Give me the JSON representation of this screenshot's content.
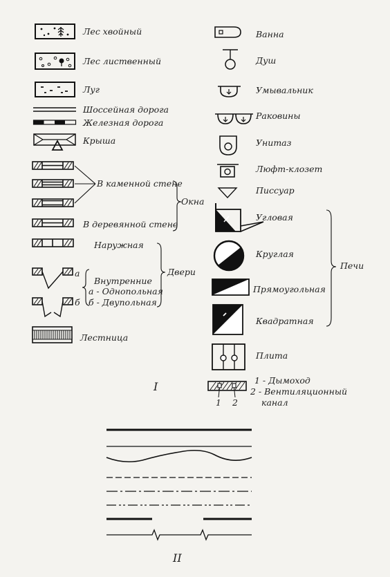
{
  "legend_left": {
    "forest_conifer": "Лес хвойный",
    "forest_deciduous": "Лес лиственный",
    "meadow": "Луг",
    "highway": "Шоссейная дорога",
    "railway": "Железная дорога",
    "roof": "Крыша",
    "in_stone_wall": "В каменной стене",
    "in_wooden_wall": "В деревянной стене",
    "windows": "Окна",
    "external": "Наружная",
    "internal": "Внутренние",
    "single_leaf": "а - Однопольная",
    "double_leaf": "б - Двупольная",
    "doors": "Двери",
    "mark_a": "а",
    "mark_b": "б",
    "stairs": "Лестница"
  },
  "legend_right": {
    "bath": "Ванна",
    "shower": "Душ",
    "washbasin": "Умывальник",
    "sinks": "Раковины",
    "toilet": "Унитаз",
    "flush_closet": "Люфт-клозет",
    "urinal": "Писсуар",
    "corner": "Угловая",
    "round": "Круглая",
    "rectangular": "Прямоугольная",
    "square": "Квадратная",
    "stoves": "Печи",
    "cooker": "Плита",
    "chimney": "1 - Дымоход",
    "vent_channel_1": "2 - Вентиляционный",
    "vent_channel_2": "канал",
    "num_1": "1",
    "num_2": "2"
  },
  "section_one": "I",
  "section_two": "II"
}
